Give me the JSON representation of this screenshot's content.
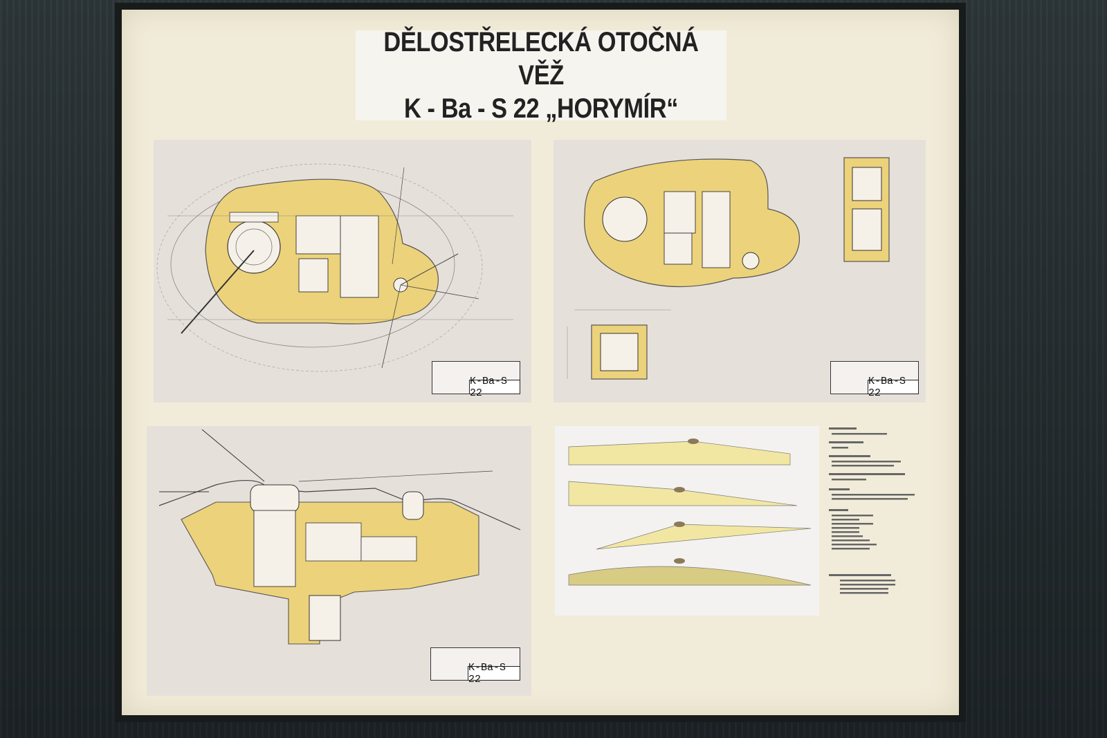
{
  "sign": {
    "title_line1": "DĚLOSTŘELECKÁ OTOČNÁ VĚŽ",
    "title_line2": "K - Ba - S 22 „HORYMÍR“"
  },
  "drawings": {
    "plan_upper_stamp": "K-Ba-S 22",
    "plan_lower_stamp": "K-Ba-S 22",
    "section_stamp": "K-Ba-S 22"
  },
  "colors": {
    "board": "#f1ecd9",
    "drawing_paper": "#e6e0db",
    "concrete_fill": "#ecd27a",
    "ink": "#3a3a3a",
    "wall": "#252d30"
  }
}
